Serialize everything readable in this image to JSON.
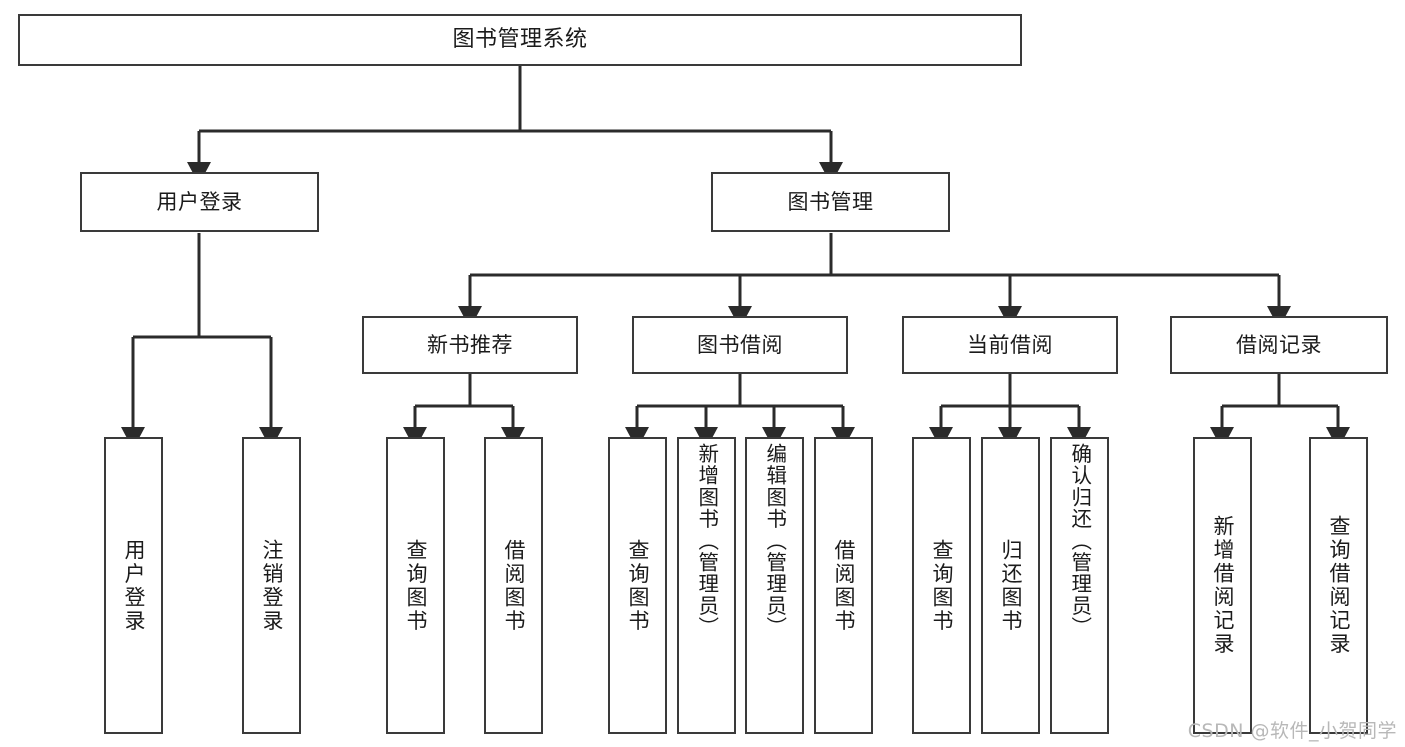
{
  "diagram": {
    "title": "图书管理系统",
    "type": "tree-hierarchy",
    "watermark": "CSDN @软件_小贺同学",
    "colors": {
      "background": "#ffffff",
      "box_border": "#3a3a3a",
      "box_fill": "#ffffff",
      "edge": "#2b2b2b",
      "text": "#1b1b1b",
      "watermark": "#b8b8b8"
    },
    "levels": {
      "root": [
        "图书管理系统"
      ],
      "level2": [
        "用户登录",
        "图书管理"
      ],
      "level3": [
        "新书推荐",
        "图书借阅",
        "当前借阅",
        "借阅记录"
      ],
      "leaves": [
        "用户登录",
        "注销登录",
        "查询图书",
        "借阅图书",
        "查询图书",
        "新增图书（管理员）",
        "编辑图书（管理员）",
        "借阅图书",
        "查询图书",
        "归还图书",
        "确认归还（管理员）",
        "新增借阅记录",
        "查询借阅记录"
      ]
    },
    "nodes": {
      "root": {
        "label": "图书管理系统"
      },
      "user_login": {
        "label": "用户登录"
      },
      "book_manage": {
        "label": "图书管理"
      },
      "new_book_rec": {
        "label": "新书推荐"
      },
      "book_borrow": {
        "label": "图书借阅"
      },
      "current_borrow": {
        "label": "当前借阅"
      },
      "borrow_record": {
        "label": "借阅记录"
      },
      "leaf_user_login": {
        "label": "用户登录"
      },
      "leaf_logout": {
        "label": "注销登录"
      },
      "leaf_query_book_a": {
        "label": "查询图书"
      },
      "leaf_borrow_book_a": {
        "label": "借阅图书"
      },
      "leaf_query_book_b": {
        "label": "查询图书"
      },
      "leaf_add_book": {
        "label": "新增图书（管理员）"
      },
      "leaf_edit_book": {
        "label": "编辑图书（管理员）"
      },
      "leaf_borrow_book_b": {
        "label": "借阅图书"
      },
      "leaf_query_book_c": {
        "label": "查询图书"
      },
      "leaf_return_book": {
        "label": "归还图书"
      },
      "leaf_confirm_return": {
        "label": "确认归还（管理员）"
      },
      "leaf_add_record": {
        "label": "新增借阅记录"
      },
      "leaf_query_record": {
        "label": "查询借阅记录"
      }
    }
  }
}
